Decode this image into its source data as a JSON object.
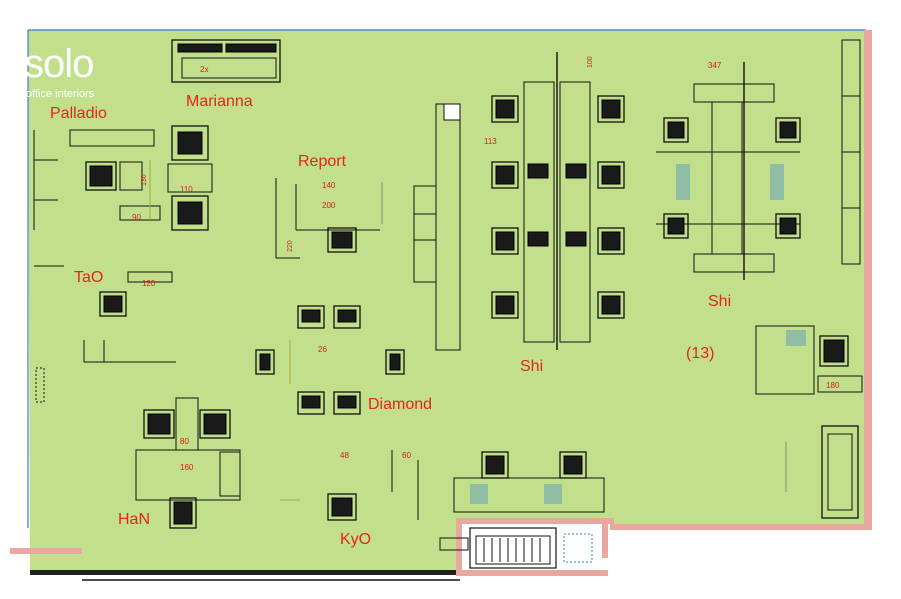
{
  "brand": {
    "name": "solo",
    "tagline": "office interiors"
  },
  "colors": {
    "floor": "#c2e08c",
    "wall": "#e8a8a0",
    "label": "#e8231c",
    "frame": "#3a7bd5"
  },
  "zones": {
    "palladio": "Palladio",
    "marianna": "Marianna",
    "report": "Report",
    "tao": "TaO",
    "diamond": "Diamond",
    "han": "HaN",
    "kyo": "KyO",
    "shi_left": "Shi",
    "shi_right": "Shi",
    "room_13": "(13)"
  },
  "dimensions": {
    "d_2x": "2x",
    "d_110": "110",
    "d_130": "130",
    "d_90": "90",
    "d_120": "120",
    "d_140": "140",
    "d_200": "200",
    "d_220": "220",
    "d_26": "26",
    "d_160": "160",
    "d_80": "80",
    "d_48": "48",
    "d_60": "60",
    "d_180": "180",
    "d_347": "347",
    "d_100": "100",
    "d_113": "113"
  }
}
